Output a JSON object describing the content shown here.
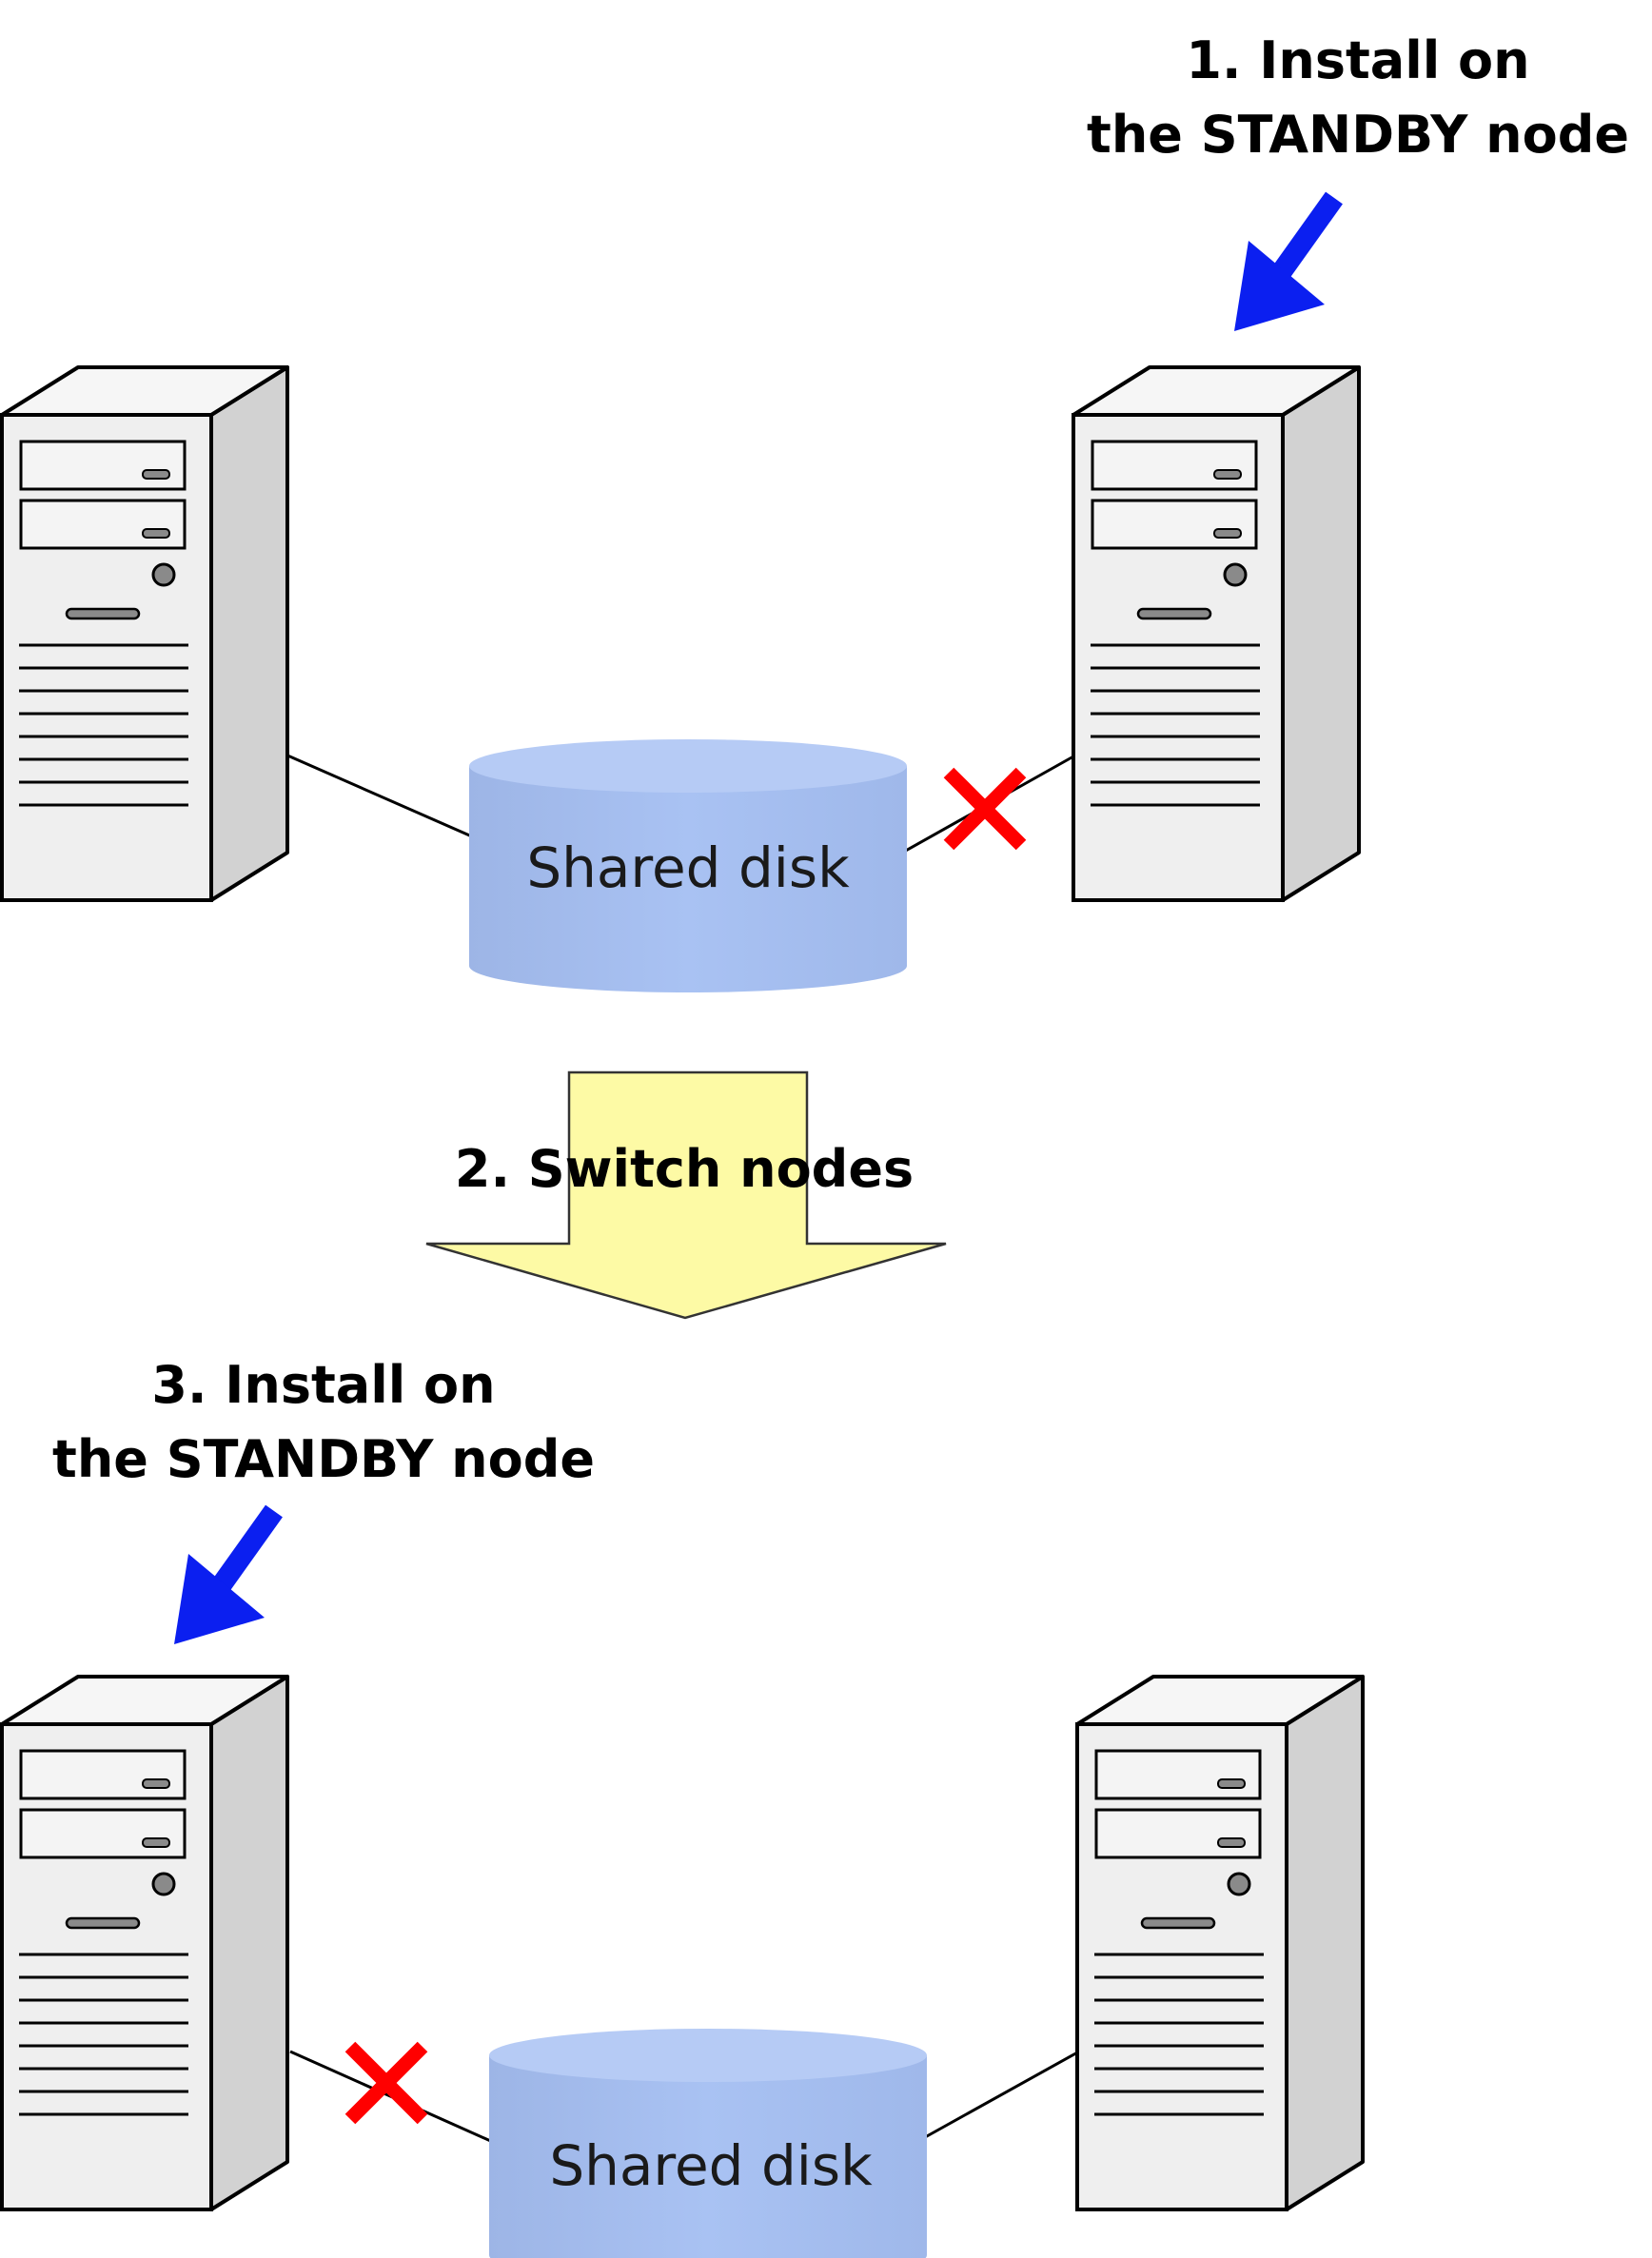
{
  "steps": {
    "step1": {
      "line1": "1. Install on",
      "line2": "the STANDBY node"
    },
    "step2": {
      "label": "2. Switch nodes"
    },
    "step3": {
      "line1": "3. Install on",
      "line2": "the STANDBY node"
    }
  },
  "disk_top": {
    "label": "Shared disk"
  },
  "disk_bottom": {
    "label": "Shared disk"
  },
  "colors": {
    "pointer_arrow": "#0b1ff0",
    "disconnect_mark": "#ff0000",
    "switch_arrow_fill": "#fdfaa5",
    "disk_fill": "#a7c0f2",
    "disk_top_fill": "#b9cff7",
    "server_body": "#ededed",
    "server_side": "#d4d4d4"
  },
  "icons": {
    "server": "tower-server-icon",
    "disk": "cylinder-disk-icon",
    "pointer": "arrow-pointer-icon",
    "disconnect": "x-mark-icon",
    "switch": "down-arrow-icon"
  }
}
